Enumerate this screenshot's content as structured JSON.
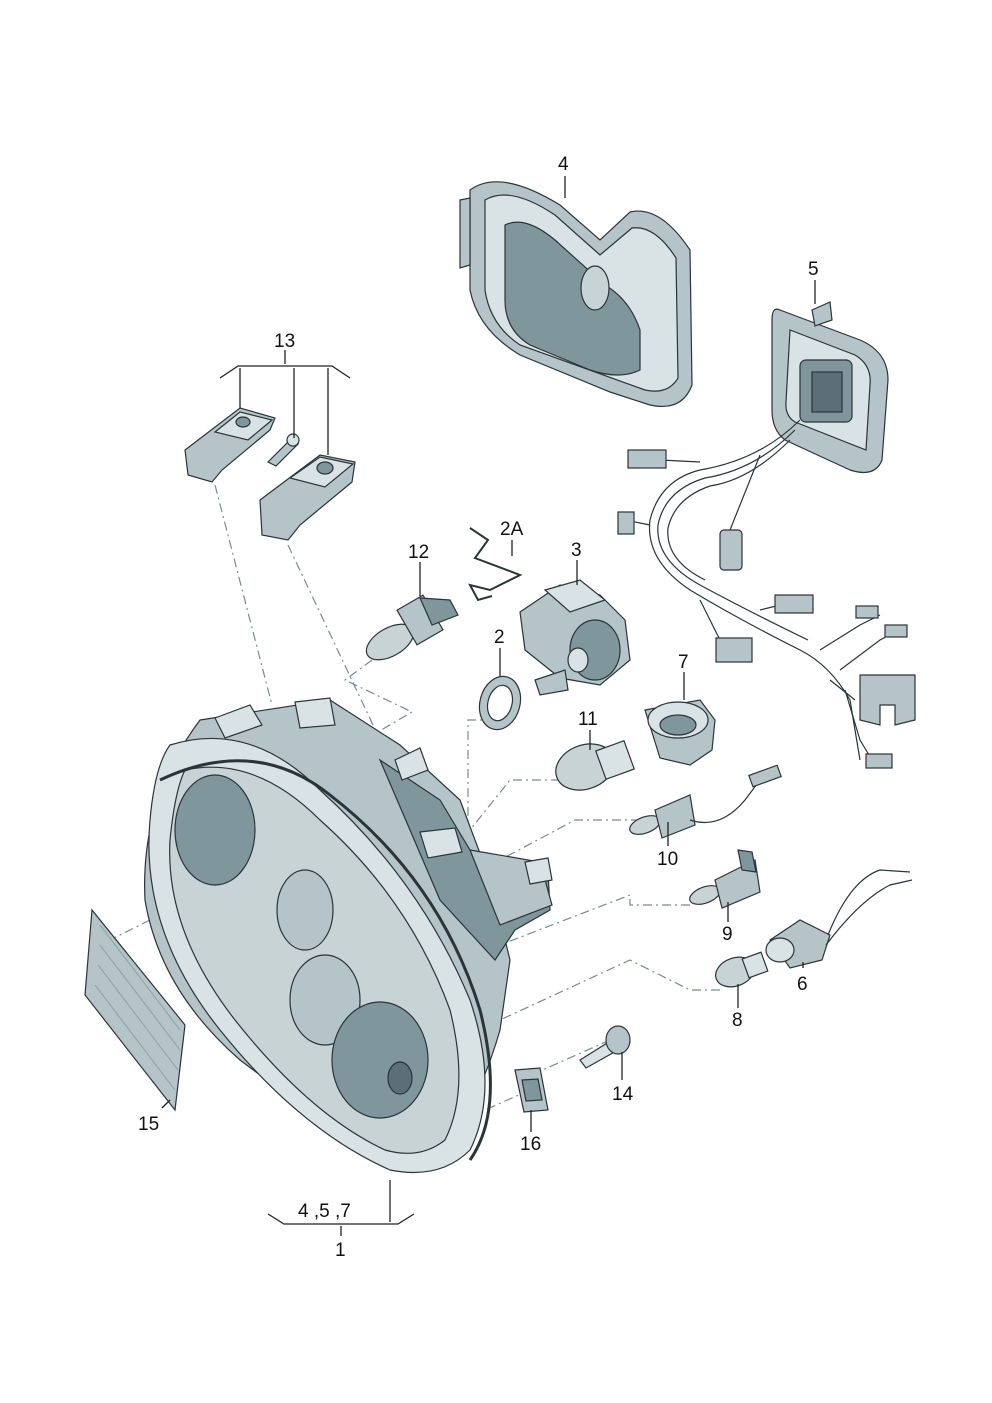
{
  "diagram": {
    "labels": {
      "p1": "1",
      "p2": "2",
      "p2a": "2A",
      "p3": "3",
      "p4": "4",
      "p5": "5",
      "p6": "6",
      "p7": "7",
      "p8": "8",
      "p9": "9",
      "p10": "10",
      "p11": "11",
      "p12": "12",
      "p13": "13",
      "p14": "14",
      "p15": "15",
      "p16": "16",
      "p457": "4 ,5 ,7"
    },
    "colors": {
      "outline": "#2a3439",
      "light": "#d9e2e4",
      "mid": "#b4c4c8",
      "dark": "#7f969c",
      "leader": "#222222",
      "dashed": "#7a8a90"
    }
  }
}
